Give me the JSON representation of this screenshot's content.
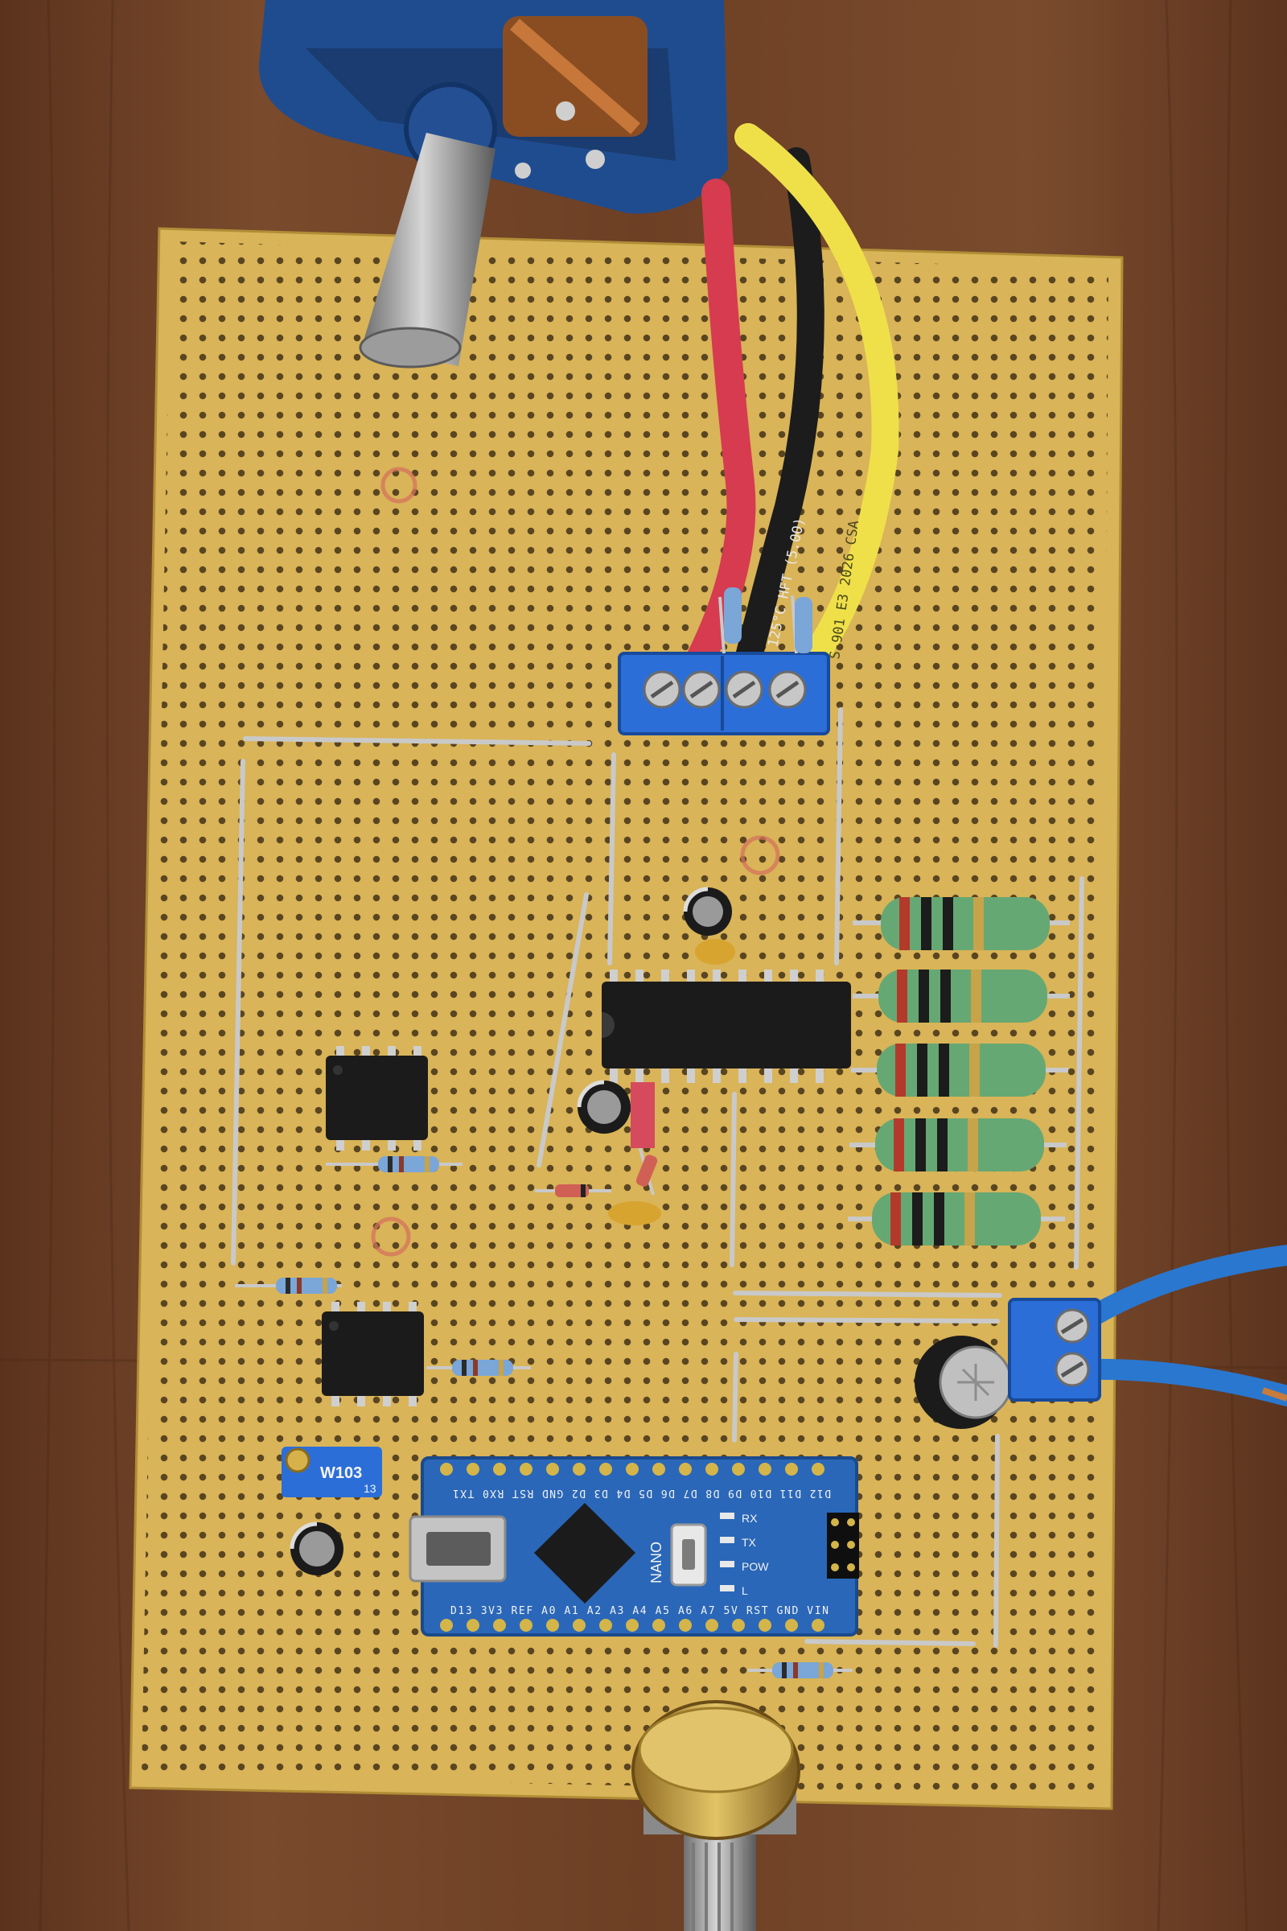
{
  "scene": {
    "alt": "Stripboard circuit with Arduino Nano, motor and potentiometer on a wooden table"
  },
  "colors": {
    "wood": "#6e4126",
    "board": "#d9b458",
    "hole": "#5a4521",
    "nano_blue": "#2a67b8",
    "terminal_blue": "#2b6ed8",
    "resistor_green": "#66a873",
    "wire_red": "#d63b4f",
    "wire_yellow": "#efe04a",
    "wire_black": "#1c1c1c",
    "wire_blue": "#2a77cf"
  },
  "labels": {
    "wire_text_1": "125°C HFT (5.0O)",
    "wire_text_2": "S-901 E3 2026 CSA"
  },
  "trimmer": {
    "code": "W103",
    "num": "13"
  },
  "nano": {
    "top_pins": "D12 D11 D10 D9 D8 D7 D6 D5 D4 D3 D2 GND RST RX0 TX1",
    "bottom_pins": "D13 3V3 REF A0 A1 A2 A3 A4 A5 A6 A7 5V RST GND VIN",
    "brand": "NANO",
    "led_rx": "RX",
    "led_tx": "TX",
    "led_pow": "POW",
    "led_l": "L"
  }
}
